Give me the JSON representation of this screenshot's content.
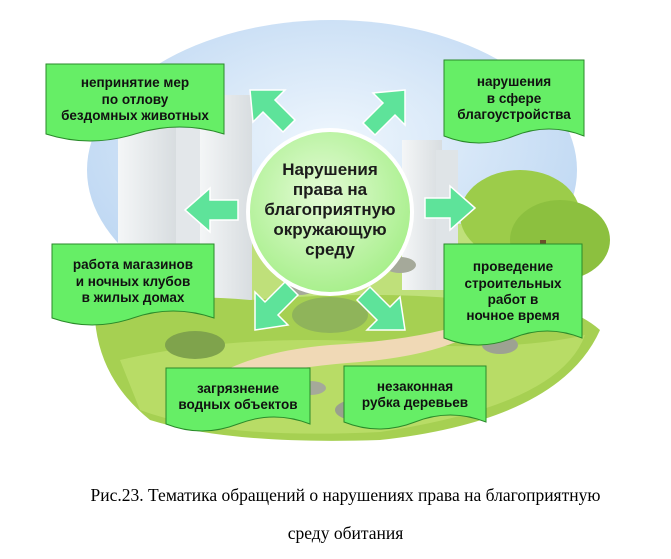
{
  "diagram": {
    "center": "Нарушения\nправа на\nблагоприятную\nокружающую\nсреду",
    "items": [
      {
        "id": "stray-animals",
        "text": "непринятие мер\nпо отлову\nбездомных животных"
      },
      {
        "id": "landscaping",
        "text": "нарушения\nв сфере\nблагоустройства"
      },
      {
        "id": "shops-clubs",
        "text": "работа магазинов\nи ночных клубов\nв жилых домах"
      },
      {
        "id": "night-construction",
        "text": "проведение\nстроительных\nработ в\nночное время"
      },
      {
        "id": "water-pollution",
        "text": "загрязнение\nводных объектов"
      },
      {
        "id": "tree-cutting",
        "text": "незаконная\nрубка деревьев"
      }
    ]
  },
  "caption": "Рис.23. Тематика обращений о нарушениях права на благоприятную\nсреду обитания",
  "colors": {
    "sky": "#cfe3f7",
    "grass": "#a6d052",
    "box_fill": "#66ee66",
    "arrow": "#5ee39a",
    "center_fill": "#bff5a8"
  }
}
